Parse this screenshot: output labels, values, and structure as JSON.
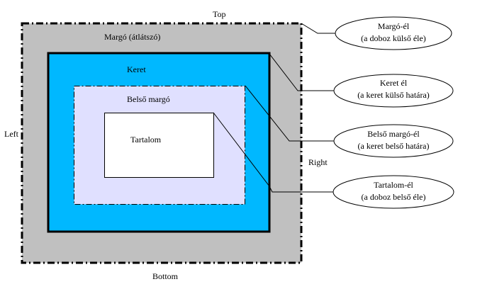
{
  "diagram": {
    "side_labels": {
      "top": "Top",
      "bottom": "Bottom",
      "left": "Left",
      "right": "Right"
    },
    "regions": {
      "margin": {
        "label": "Margó (átlátszó)",
        "color": "#c0c0c0"
      },
      "border": {
        "label": "Keret",
        "color": "#00b8ff"
      },
      "padding": {
        "label": "Belső margó",
        "color": "#e0e0ff"
      },
      "content": {
        "label": "Tartalom",
        "color": "#ffffff"
      }
    },
    "callouts": [
      {
        "title": "Margó-él",
        "subtitle": "(a doboz külső éle)"
      },
      {
        "title": "Keret él",
        "subtitle": "(a keret külső határa)"
      },
      {
        "title": "Belső margó-él",
        "subtitle": "(a keret belső határa)"
      },
      {
        "title": "Tartalom-él",
        "subtitle": "(a doboz belső éle)"
      }
    ]
  }
}
